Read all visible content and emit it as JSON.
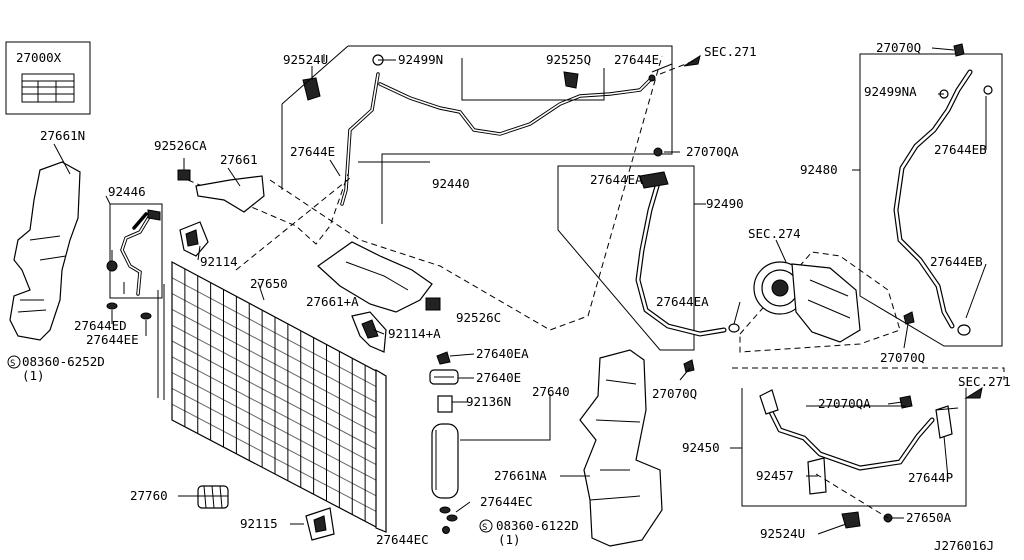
{
  "diagram_id": "J276016J",
  "labels": {
    "l27000X": "27000X",
    "l27661N": "27661N",
    "l92524U_top": "92524U",
    "l92499N": "92499N",
    "l92525Q": "92525Q",
    "l27644E_top": "27644E",
    "lSEC271_top": "SEC.271",
    "l92526CA": "92526CA",
    "l27661": "27661",
    "l27644E_mid": "27644E",
    "l92440": "92440",
    "l27070QA_mid": "27070QA",
    "l92446": "92446",
    "l92114": "92114",
    "l27650": "27650",
    "l27661A": "27661+A",
    "l92526C": "92526C",
    "l27644ED": "27644ED",
    "l27644EE": "27644EE",
    "l08360_6252D": "08360-6252D",
    "l08360_6252D_qty": "(1)",
    "l92114A": "92114+A",
    "l27644EA_top": "27644EA",
    "l92490": "92490",
    "lSEC274": "SEC.274",
    "l27644EA_low": "27644EA",
    "l27640EA": "27640EA",
    "l27640E": "27640E",
    "l92136N": "92136N",
    "l27640": "27640",
    "l27070Q_low": "27070Q",
    "l27661NA": "27661NA",
    "l27644EC_r": "27644EC",
    "l27644EC_l": "27644EC",
    "l08360_6122D": "08360-6122D",
    "l08360_6122D_qty": "(1)",
    "l27760": "27760",
    "l92115": "92115",
    "l27070Q_top": "27070Q",
    "l92499NA": "92499NA",
    "l92480": "92480",
    "l27644EB_top": "27644EB",
    "l27644EB_low": "27644EB",
    "l27070Q_right": "27070Q",
    "lSEC271_right": "SEC.271",
    "l27070QA_right": "27070QA",
    "l92450": "92450",
    "l92457": "92457",
    "l27644P": "27644P",
    "l27650A": "27650A",
    "l92524U_bot": "92524U"
  },
  "symbols": {
    "screw_symbol": "S"
  }
}
